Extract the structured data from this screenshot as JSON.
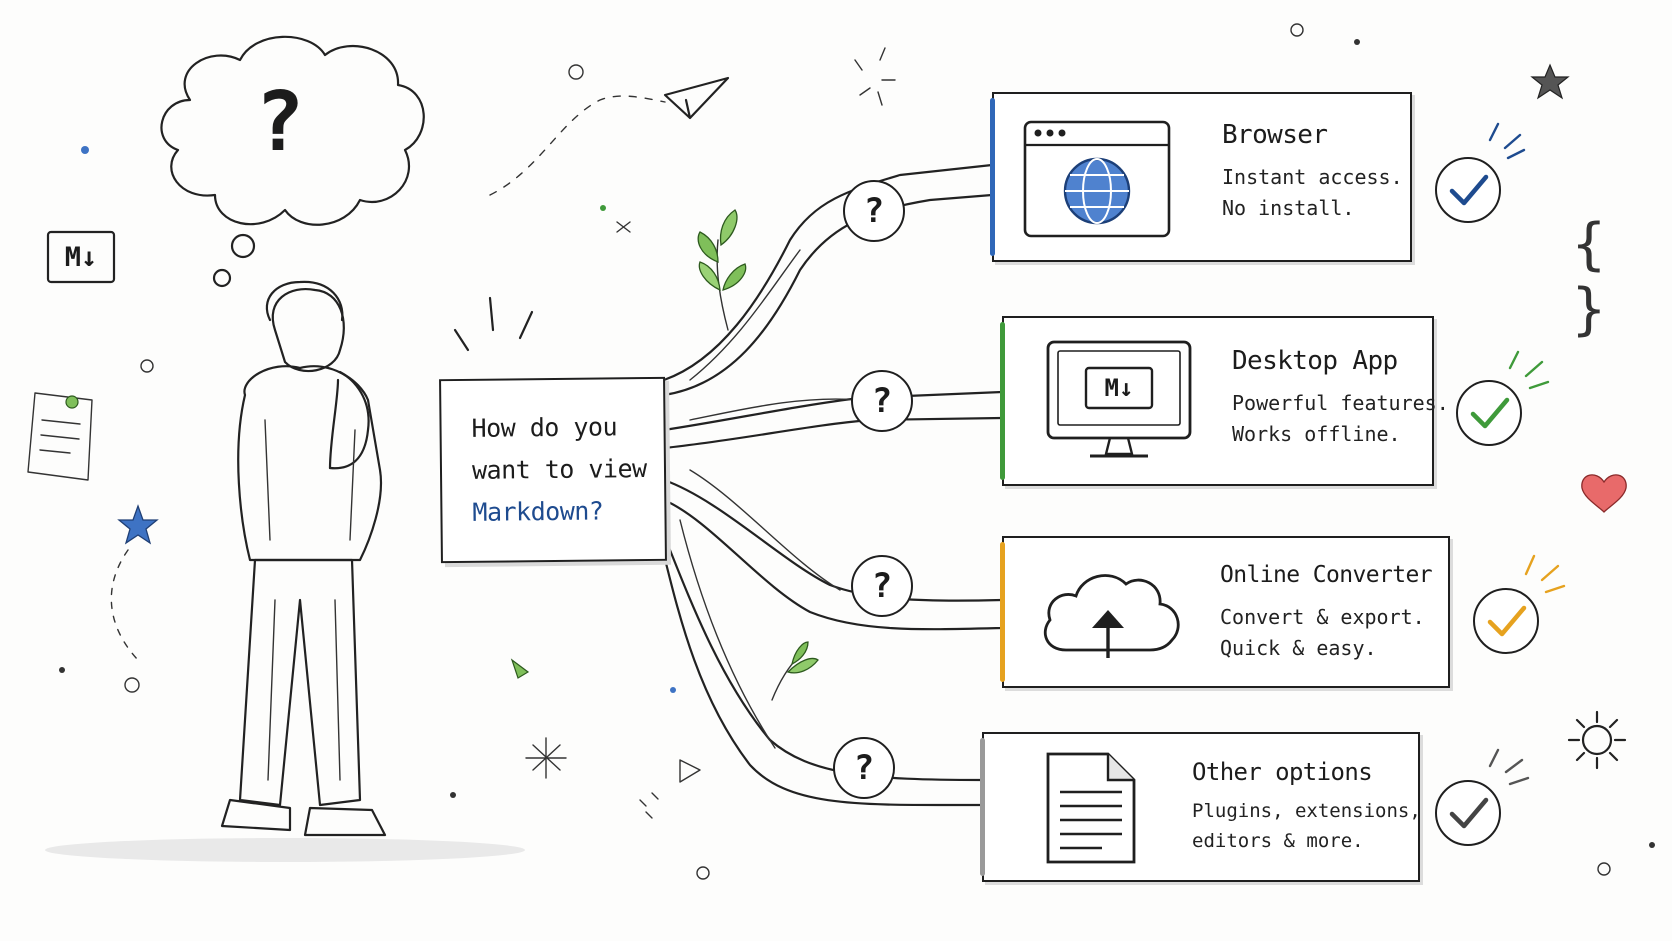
{
  "question": {
    "line1": "How do you",
    "line2": "want to view",
    "line3": "Markdown?"
  },
  "thought_bubble": {
    "symbol": "?"
  },
  "markdown_badge": {
    "text": "M↓"
  },
  "branches": [
    {
      "title": "Browser",
      "desc_line1": "Instant access.",
      "desc_line2": "No install.",
      "icon": "browser-globe-icon",
      "accent": "#2f67b8",
      "node_symbol": "?"
    },
    {
      "title": "Desktop App",
      "desc_line1": "Powerful features.",
      "desc_line2": "Works offline.",
      "icon": "desktop-monitor-icon",
      "screen_badge": "M↓",
      "accent": "#3f9a3a",
      "node_symbol": "?"
    },
    {
      "title": "Online Converter",
      "desc_line1": "Convert & export.",
      "desc_line2": "Quick & easy.",
      "icon": "cloud-upload-icon",
      "accent": "#e6a21f",
      "node_symbol": "?"
    },
    {
      "title": "Other options",
      "desc_line1": "Plugins, extensions,",
      "desc_line2": "editors & more.",
      "icon": "document-icon",
      "accent": "#777777",
      "node_symbol": "?"
    }
  ],
  "decor": {
    "braces": "{ }"
  }
}
